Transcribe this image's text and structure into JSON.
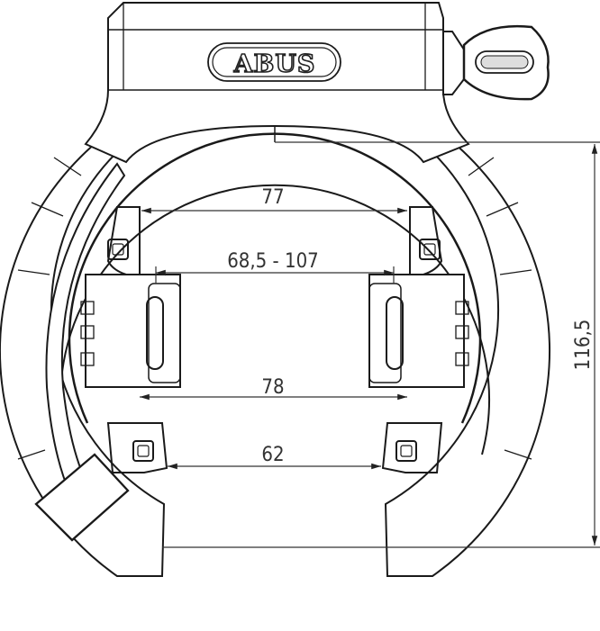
{
  "brand": {
    "logo_text": "ABUS"
  },
  "dimensions": {
    "top_width": "77",
    "mount_range": "68,5 - 107",
    "middle_width": "78",
    "bottom_width": "62",
    "height": "116,5"
  },
  "colors": {
    "line": "#1a1a1a",
    "dimension": "#333333",
    "background": "#ffffff"
  }
}
